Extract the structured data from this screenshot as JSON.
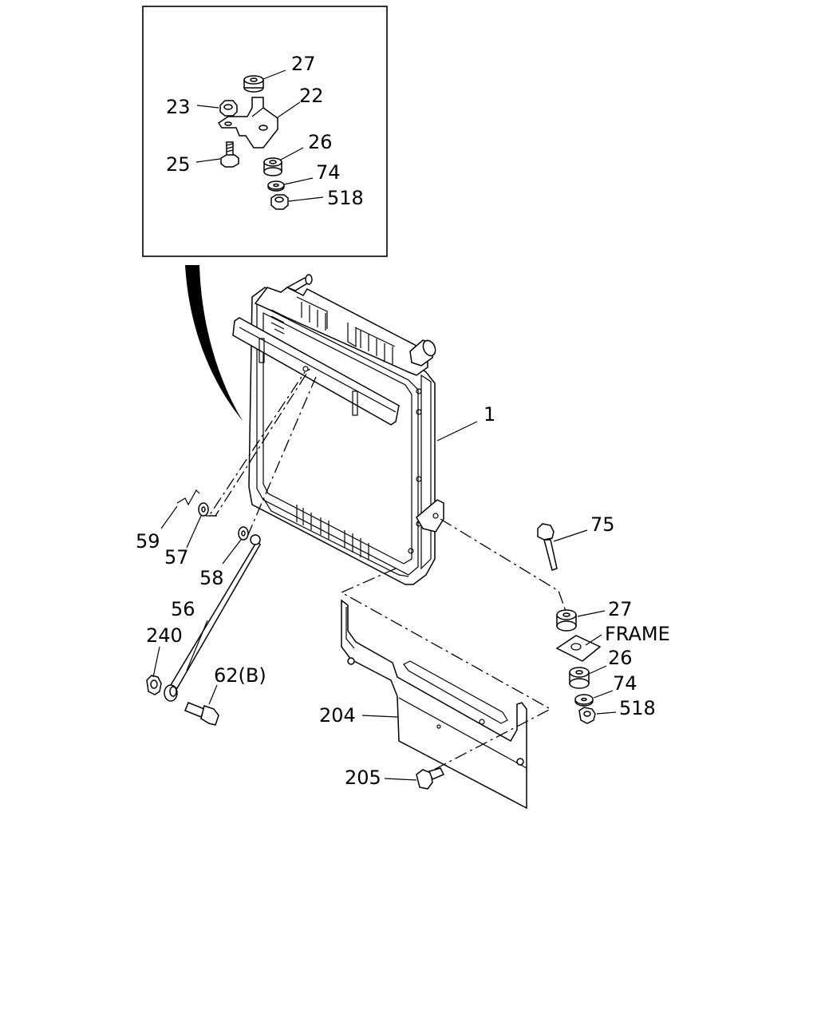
{
  "labels": {
    "p27_inset": "27",
    "p22": "22",
    "p23": "23",
    "p26_inset": "26",
    "p25": "25",
    "p74_inset": "74",
    "p518_inset": "518",
    "p1": "1",
    "p75": "75",
    "p59": "59",
    "p57": "57",
    "p58": "58",
    "p56": "56",
    "p240": "240",
    "p62b": "62(B)",
    "p27": "27",
    "frame": "FRAME",
    "p26": "26",
    "p74": "74",
    "p518": "518",
    "p204": "204",
    "p205": "205"
  }
}
